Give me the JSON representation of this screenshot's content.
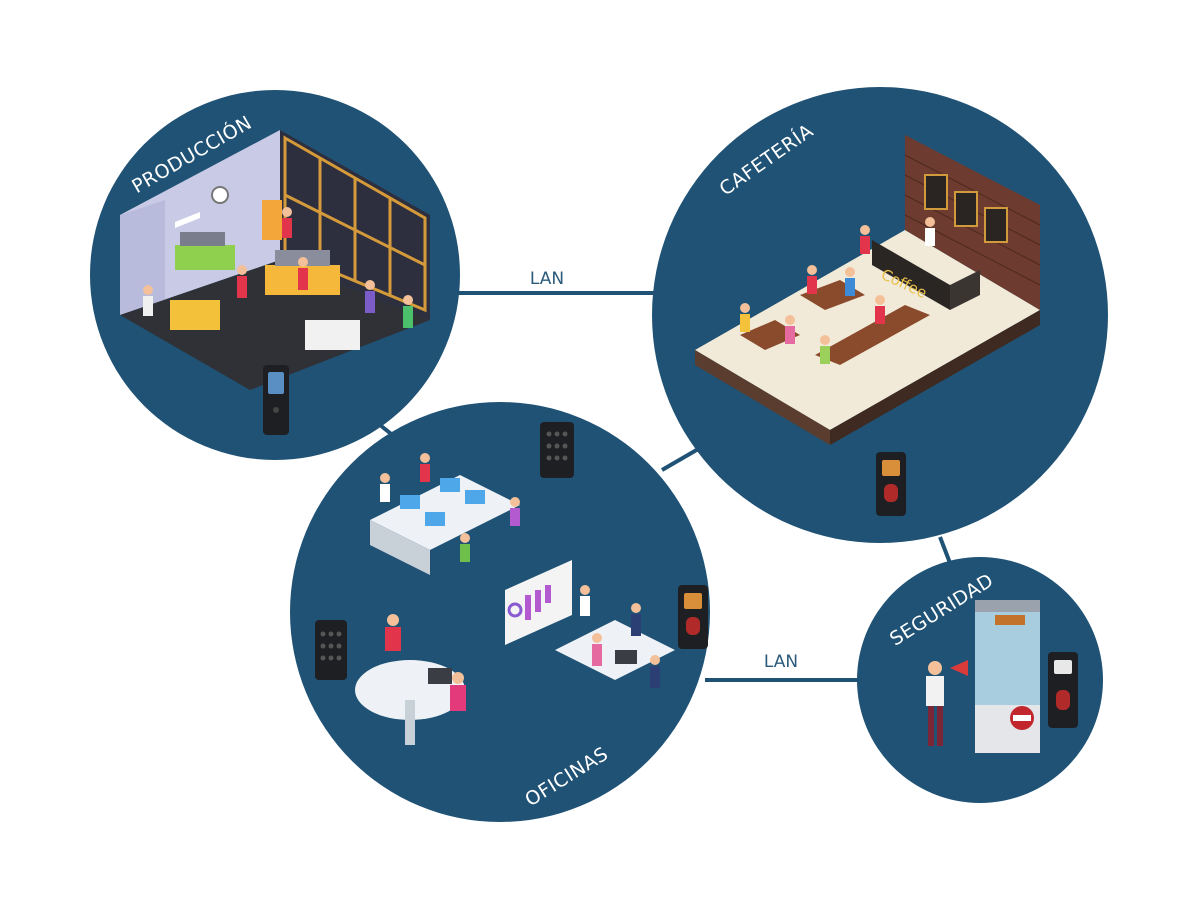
{
  "colors": {
    "circle": "#1f5274",
    "line": "#1f5274",
    "zone_text": "#ffffff",
    "link_text": "#2b5a7a"
  },
  "zones": {
    "produccion": {
      "label": "PRODUCCIÓN"
    },
    "cafeteria": {
      "label": "CAFETERÍA",
      "sign": "Coffee"
    },
    "oficinas": {
      "label": "OFICINAS"
    },
    "seguridad": {
      "label": "SEGURIDAD"
    }
  },
  "links": {
    "prod_cafe": {
      "label": "LAN"
    },
    "ofi_seg": {
      "label": "LAN"
    }
  },
  "icons": {
    "face_terminal": "face-recognition-terminal-icon",
    "keypad": "keypad-reader-icon",
    "fingerprint": "fingerprint-reader-icon"
  }
}
